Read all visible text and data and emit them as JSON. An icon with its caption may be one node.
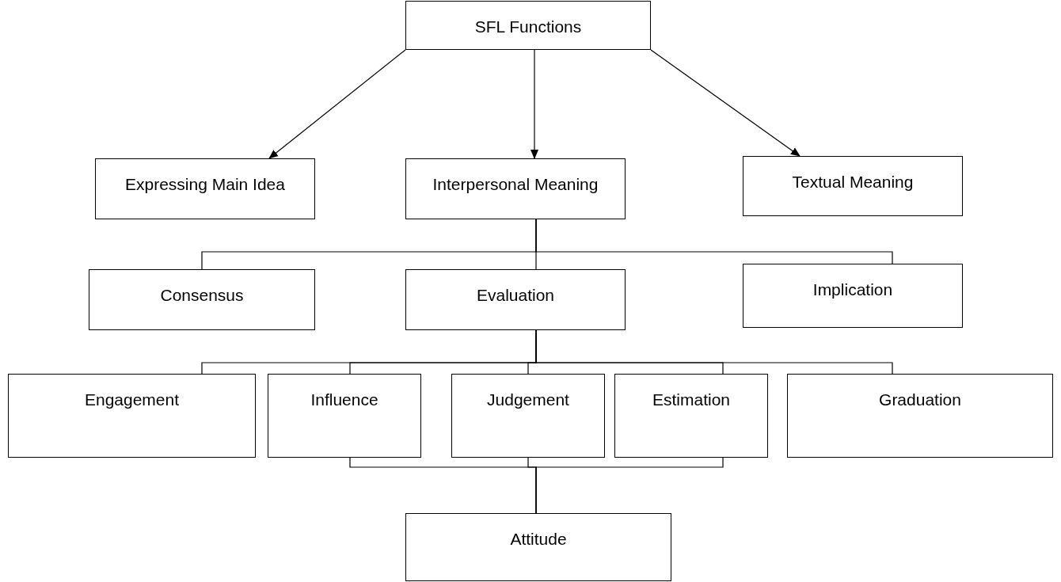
{
  "diagram": {
    "nodes": [
      {
        "text": [
          "SFL Functions"
        ]
      },
      {
        "text": [
          "Expressing Main Idea"
        ]
      },
      {
        "text": [
          "Interpersonal Meaning"
        ]
      },
      {
        "text": [
          "Textual Meaning"
        ]
      },
      {
        "text": [
          "Consensus"
        ]
      },
      {
        "text": [
          "Evaluation"
        ]
      },
      {
        "text": [
          "Implication"
        ]
      },
      {
        "text": [
          "Engagement"
        ]
      },
      {
        "text": [
          "Influence"
        ]
      },
      {
        "text": [
          "Judgement"
        ]
      },
      {
        "text": [
          "Estimation"
        ]
      },
      {
        "text": [
          "Graduation"
        ]
      },
      {
        "text": [
          "Attitude"
        ]
      }
    ],
    "edges": [
      {
        "from": 0,
        "to": 1,
        "arrow": "to"
      },
      {
        "from": 0,
        "to": 2,
        "arrow": "to"
      },
      {
        "from": 0,
        "to": 3,
        "arrow": "to"
      },
      {
        "from": 2,
        "to": 4,
        "arrow": "none"
      },
      {
        "from": 2,
        "to": 5,
        "arrow": "none"
      },
      {
        "from": 2,
        "to": 6,
        "arrow": "none"
      },
      {
        "from": 5,
        "to": 7,
        "arrow": "none"
      },
      {
        "from": 5,
        "to": 8,
        "arrow": "none"
      },
      {
        "from": 5,
        "to": 9,
        "arrow": "none"
      },
      {
        "from": 5,
        "to": 10,
        "arrow": "none"
      },
      {
        "from": 5,
        "to": 11,
        "arrow": "none"
      },
      {
        "from": 8,
        "to": 12,
        "arrow": "none"
      },
      {
        "from": 9,
        "to": 12,
        "arrow": "none"
      },
      {
        "from": 10,
        "to": 12,
        "arrow": "none"
      }
    ]
  }
}
